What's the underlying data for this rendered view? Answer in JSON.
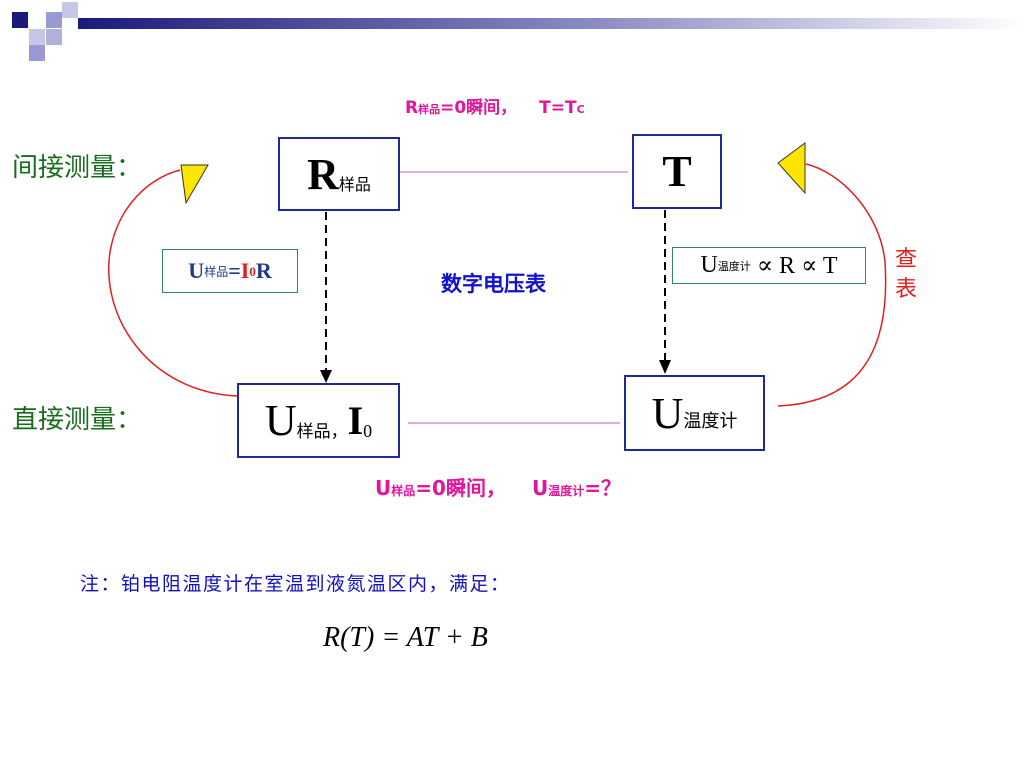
{
  "diagram": {
    "top_condition": {
      "r": "R",
      "r_sub": "样品",
      "text": "=0瞬间，",
      "t": "T=T",
      "t_sub": "C"
    },
    "bottom_condition": {
      "u": "U",
      "u_sub": "样品",
      "text": "=0瞬间，",
      "u2": "U",
      "u2_sub": "温度计",
      "end": "=？"
    },
    "indirect_label": "间接测量：",
    "direct_label": "直接测量：",
    "r_sample_box": {
      "main": "R",
      "sub": "样品"
    },
    "t_box": {
      "main": "T"
    },
    "u_sample_box": {
      "main": "U",
      "sub": "样品",
      "sep": "，",
      "i": "I",
      "i_sub": "0"
    },
    "u_thermo_box": {
      "main": "U",
      "sub": "温度计"
    },
    "ohm_eq": {
      "u": "U",
      "u_sub": "样品",
      "eq": "=",
      "i": "I",
      "i_sub": "0",
      "r": "R"
    },
    "prop_eq": {
      "u": "U",
      "u_sub": "温度计",
      "rest": " ∝ R ∝ T"
    },
    "voltmeter_label": "数字电压表",
    "lookup_label_1": "查",
    "lookup_label_2": "表",
    "note": "注：铂电阻温度计在室温到液氮温区内，满足：",
    "formula": "R(T) = AT + B"
  },
  "colors": {
    "box_border": "#1f2a9a",
    "arc": "#e02020",
    "arrow_fill": "#ffe600",
    "magenta": "#e0169b",
    "green": "#176d1b",
    "blue": "#1010d0"
  }
}
